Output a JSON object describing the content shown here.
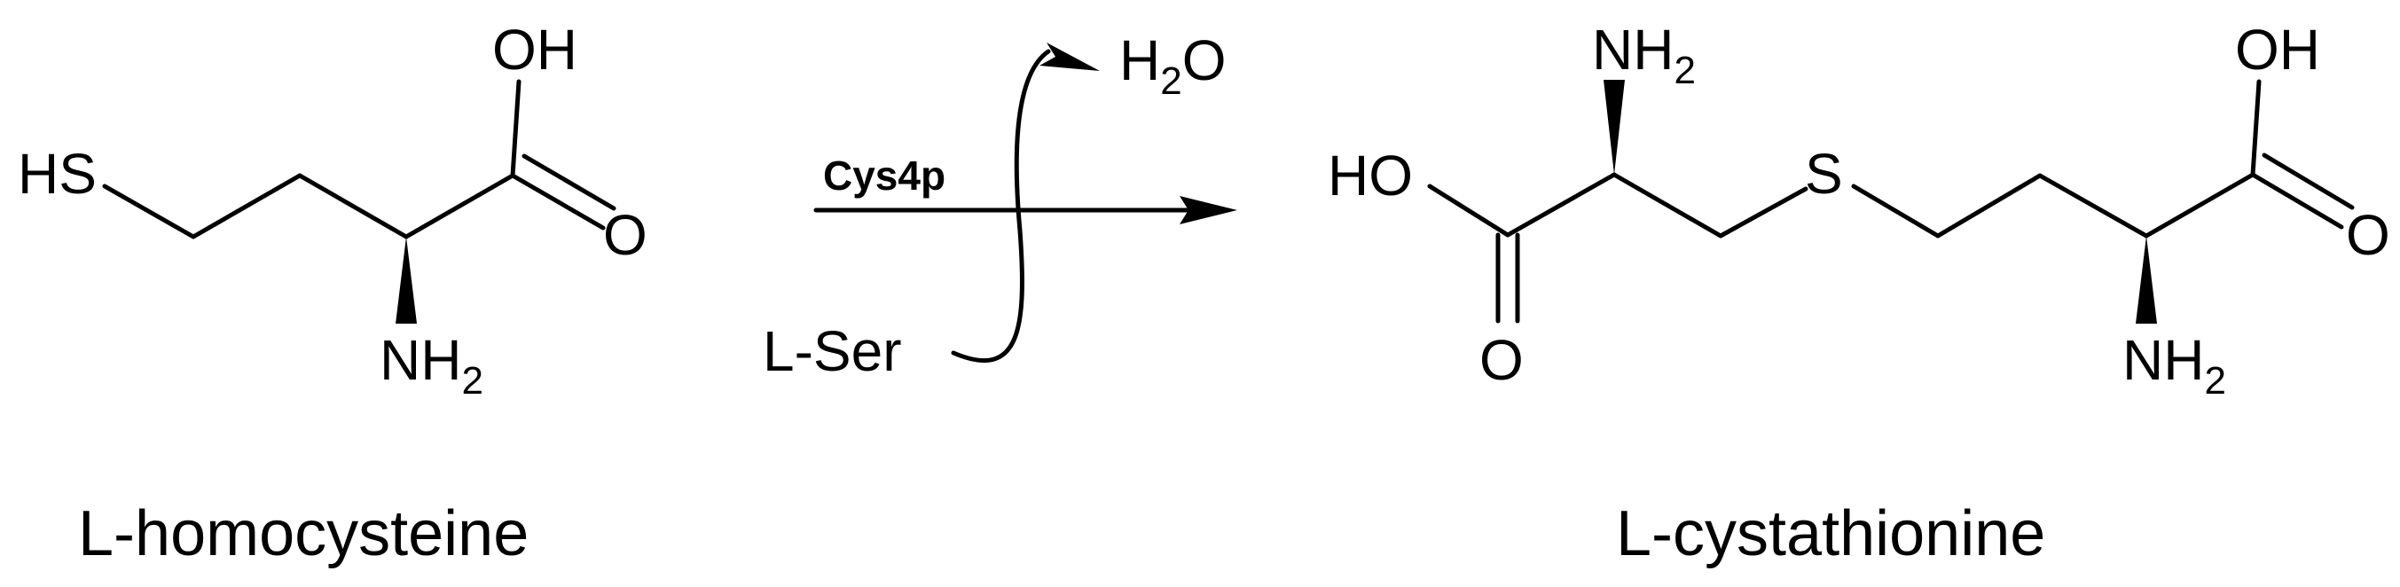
{
  "reaction": {
    "enzyme": "Cys4p",
    "cosubstrate": "L-Ser",
    "byproduct": {
      "H": "H",
      "sub": "2",
      "O": "O"
    }
  },
  "substrate": {
    "name": "L-homocysteine",
    "atoms": {
      "HS": "HS",
      "OH": "OH",
      "O": "O",
      "NH": "NH",
      "sub": "2"
    }
  },
  "product": {
    "name": "L-cystathionine",
    "atoms": {
      "NH_left": "NH",
      "sub_left": "2",
      "HO_left": "HO",
      "O_left": "O",
      "S": "S",
      "OH_right": "OH",
      "O_right": "O",
      "NH_right": "NH",
      "sub_right": "2"
    }
  }
}
